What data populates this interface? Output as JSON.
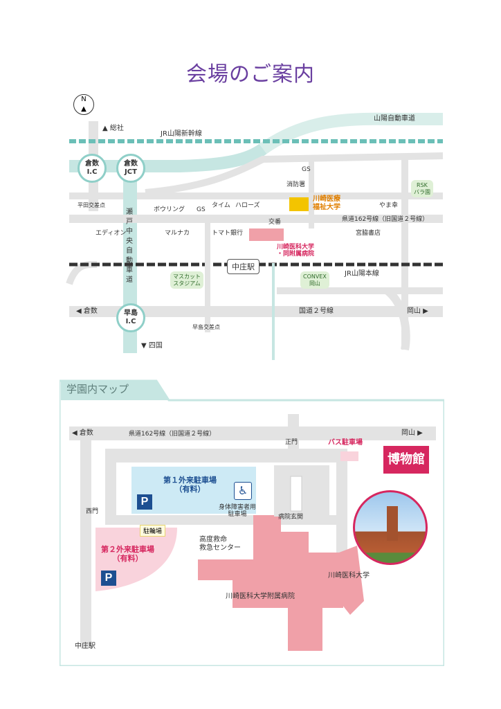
{
  "title": "会場のご案内",
  "colors": {
    "title": "#6a3fa0",
    "road": "#e3e3e3",
    "expressway": "#c6e6e2",
    "venue": "#f3c400",
    "hospital": "#f0a0a8",
    "museum": "#d6275f",
    "parking_blue": "#1d4f91"
  },
  "map": {
    "north": "N",
    "sosha": "▲ 総社",
    "shinkansen": "JR山陽新幹線",
    "sanyo_expressway": "山陽自動車道",
    "kurashiki_ic": "倉数\nI.C",
    "kurashiki_jct": "倉数\nJCT",
    "hayashima_ic": "早島\nI.C",
    "seto_expressway": "瀬戸中央自動車道",
    "gs1": "GS",
    "shobosho": "消防署",
    "venue_name": "川崎医療\n福祉大学",
    "rsk": "RSK\nバラ園",
    "yamasachi": "やま幸",
    "hirata": "平田交差点",
    "bowling": "ボウリング",
    "gs2": "GS",
    "taimu": "タイム",
    "harozu": "ハローズ",
    "koban": "交番",
    "route162": "県道162号線（旧国道２号線）",
    "edion": "エディオン",
    "marunaka": "マルナカ",
    "tomato": "トマト銀行",
    "hospital_name": "川崎医科大学\n・同附属病院",
    "miyawaki": "宮脇書店",
    "nakasho_station": "中庄駅",
    "mascut": "マスカット\nスタジアム",
    "convex": "CONVEX\n岡山",
    "jr_sanyo": "JR山陽本線",
    "kurashiki_left": "◀ 倉数",
    "route2": "国道２号線",
    "okayama_right": "岡山 ▶",
    "hayashima_cross": "早島交差点",
    "shikoku": "▼ 四国"
  },
  "campus": {
    "tab": "学園内マップ",
    "kurashiki": "◀ 倉数",
    "route162": "県道162号線（旧国道２号線）",
    "okayama": "岡山 ▶",
    "seimon": "正門",
    "bus_parking": "バス駐車場",
    "museum": "博物館",
    "parking1": "第１外来駐車場\n（有料）",
    "parking_icon": "P",
    "wheelchair_parking": "身体障害者用\n駐車場",
    "nishimon": "西門",
    "churinjo": "駐輪場",
    "hospital_entrance": "病院玄関",
    "parking2": "第２外来駐車場\n（有料）",
    "emergency": "高度救命\n救急センター",
    "university": "川崎医科大学",
    "hospital": "川崎医科大学附属病院",
    "station": "中庄駅"
  }
}
